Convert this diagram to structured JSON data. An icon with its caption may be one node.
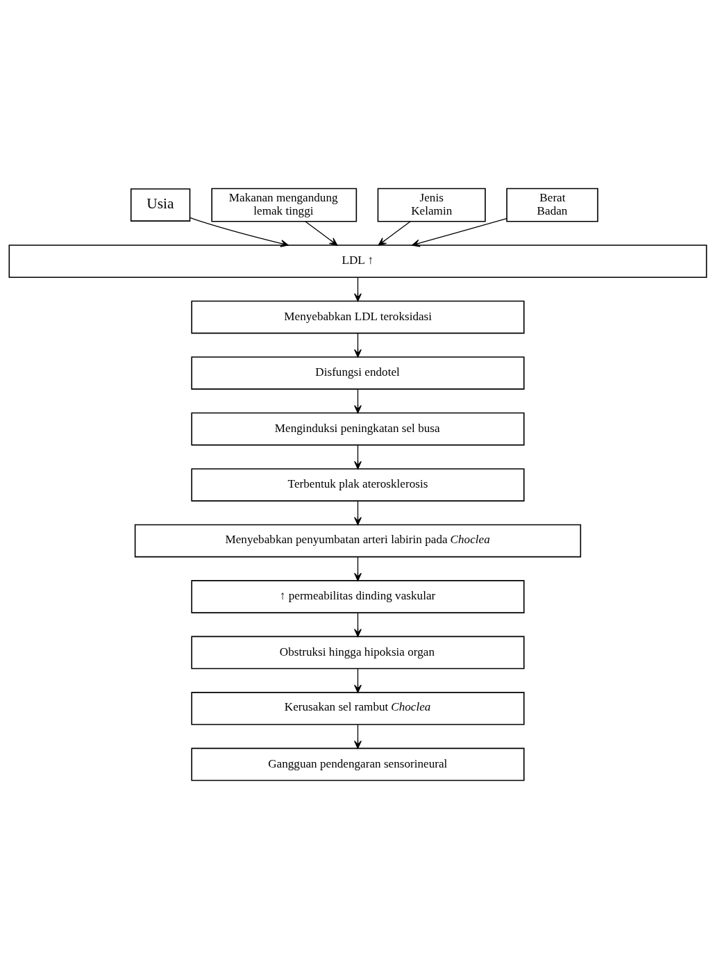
{
  "diagram": {
    "nodes": [
      {
        "text": [
          "Usia"
        ]
      },
      {
        "text": [
          "Makanan mengandung lemak tinggi"
        ]
      },
      {
        "text": [
          "Jenis Kelamin"
        ]
      },
      {
        "text": [
          "Berat Badan"
        ]
      },
      {
        "text": [
          "LDL ↑"
        ]
      },
      {
        "text": [
          "Menyebabkan LDL teroksidasi"
        ]
      },
      {
        "text": [
          "Disfungsi endotel"
        ]
      },
      {
        "text": [
          "Menginduksi peningkatan sel busa"
        ]
      },
      {
        "text": [
          "Terbentuk plak aterosklerosis"
        ]
      },
      {
        "text": [
          "Menyebabkan penyumbatan arteri labirin pada *Choclea*"
        ]
      },
      {
        "text": [
          "↑ permeabilitas dinding vaskular"
        ]
      },
      {
        "text": [
          "Obstruksi hingga hipoksia organ"
        ]
      },
      {
        "text": [
          "Kerusakan sel rambut *Choclea*"
        ]
      },
      {
        "text": [
          "Gangguan pendengaran sensorineural"
        ]
      }
    ],
    "edges": [
      {
        "from": 0,
        "to": 4,
        "arrow": "to"
      },
      {
        "from": 1,
        "to": 4,
        "arrow": "to"
      },
      {
        "from": 2,
        "to": 4,
        "arrow": "to"
      },
      {
        "from": 3,
        "to": 4,
        "arrow": "to"
      },
      {
        "from": 4,
        "to": 5,
        "arrow": "to"
      },
      {
        "from": 5,
        "to": 6,
        "arrow": "to"
      },
      {
        "from": 6,
        "to": 7,
        "arrow": "to"
      },
      {
        "from": 7,
        "to": 8,
        "arrow": "to"
      },
      {
        "from": 8,
        "to": 9,
        "arrow": "to"
      },
      {
        "from": 9,
        "to": 10,
        "arrow": "to"
      },
      {
        "from": 10,
        "to": 11,
        "arrow": "to"
      },
      {
        "from": 11,
        "to": 12,
        "arrow": "to"
      },
      {
        "from": 12,
        "to": 13,
        "arrow": "to"
      }
    ]
  }
}
